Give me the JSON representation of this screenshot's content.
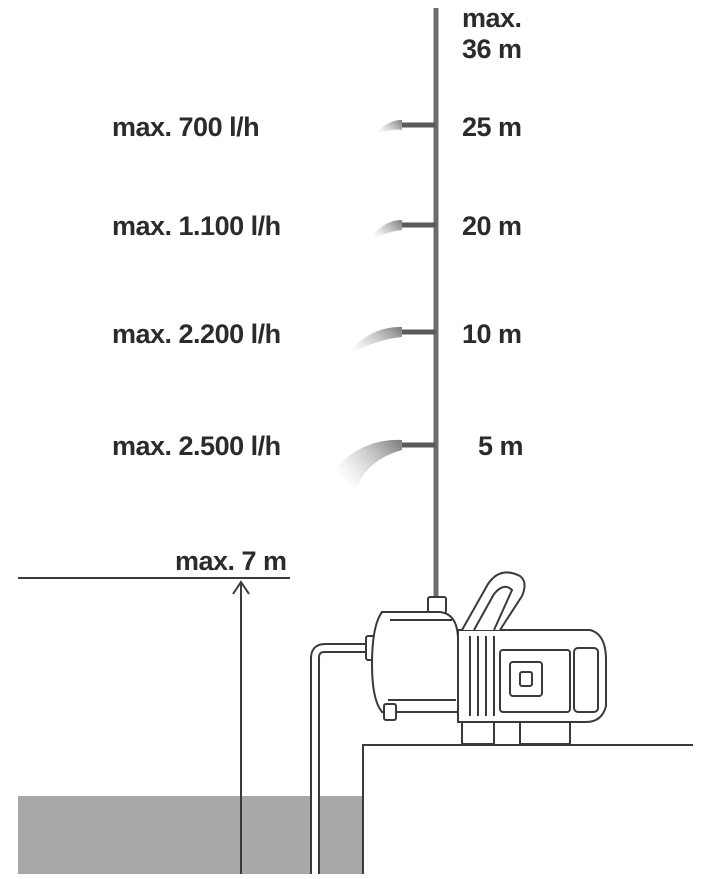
{
  "diagram": {
    "max_height_label_line1": "max.",
    "max_height_label_line2": "36 m",
    "levels": [
      {
        "flow": "max. 700 l/h",
        "height": "25 m"
      },
      {
        "flow": "max. 1.100 l/h",
        "height": "20 m"
      },
      {
        "flow": "max. 2.200 l/h",
        "height": "10 m"
      },
      {
        "flow": "max. 2.500 l/h",
        "height": "5 m"
      }
    ],
    "suction_label": "max. 7 m"
  },
  "colors": {
    "line": "#3a3a3a",
    "water": "#a8a8a8",
    "text": "#2b2b2b",
    "pump_fill": "#ffffff"
  }
}
